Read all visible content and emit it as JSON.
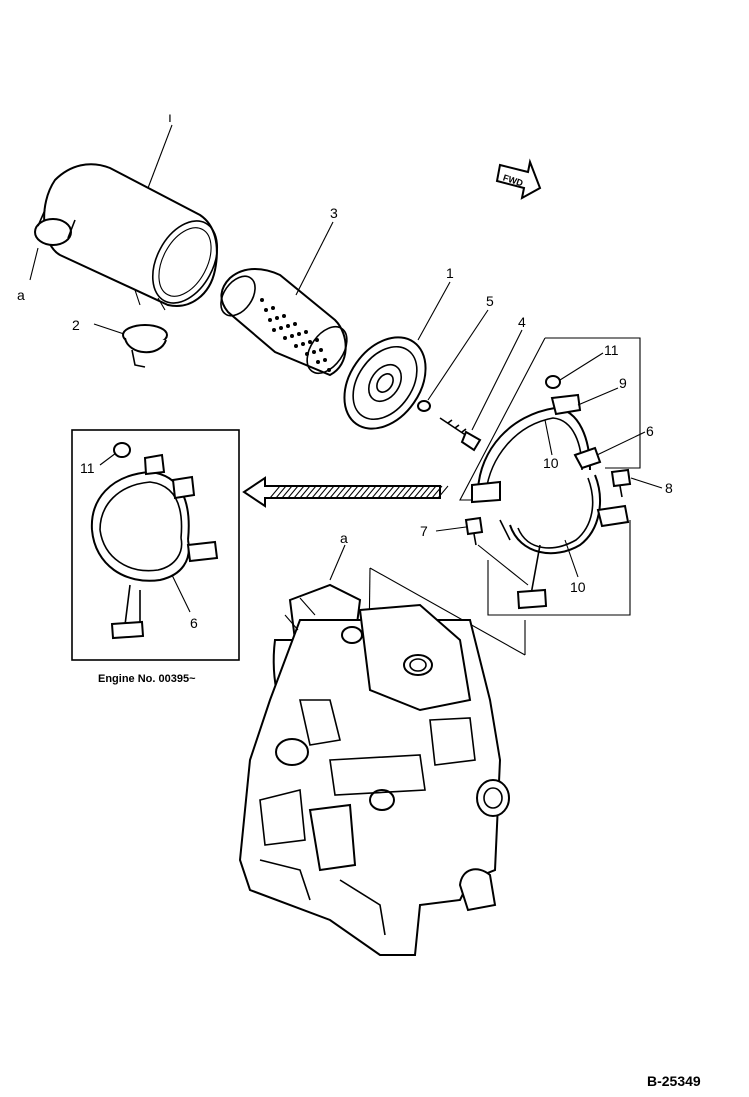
{
  "callouts": {
    "air_cleaner": "1",
    "clamp_lower": "2",
    "element": "3",
    "cover": "1",
    "washer": "5",
    "wing_bolt": "4",
    "nut_top": "11",
    "bracket_9": "9",
    "band_upper": "10",
    "band_6": "6",
    "bolt_8": "8",
    "bolt_7": "7",
    "band_lower": "10",
    "ref_a_left": "a",
    "ref_a_engine": "a",
    "inset_nut": "11",
    "inset_band": "6"
  },
  "inset_caption": "Engine No. 00395~",
  "direction_label": "FWD",
  "document_number": "B-25349"
}
